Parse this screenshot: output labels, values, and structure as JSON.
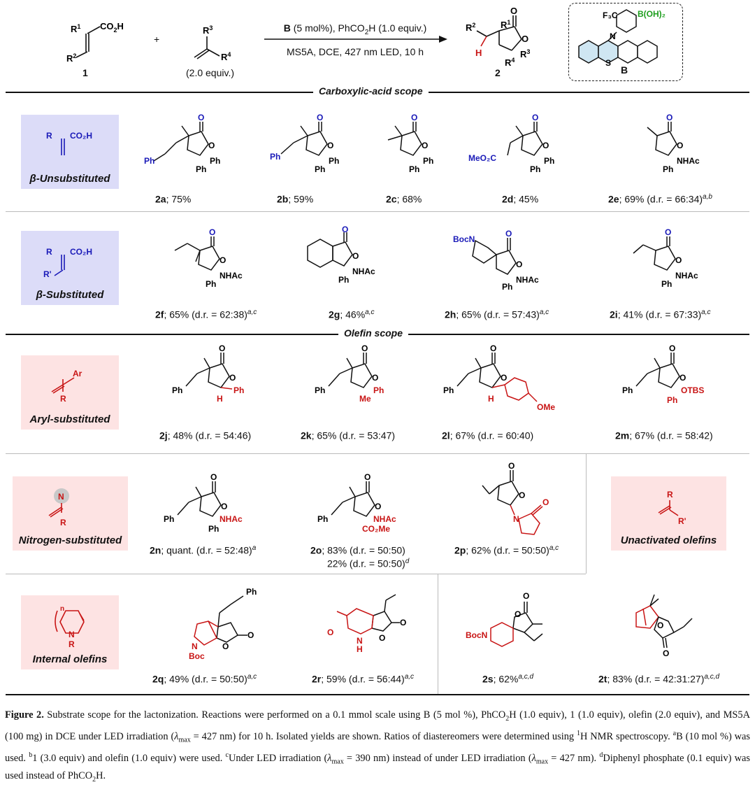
{
  "scheme": {
    "r1": "R",
    "r1_sup": "1",
    "co2h": "CO",
    "co2h_sub": "2",
    "co2h_end": "H",
    "r2": "R",
    "r2_sup": "2",
    "r3": "R",
    "r3_sup": "3",
    "r4": "R",
    "r4_sup": "4",
    "plus": "+",
    "label_1": "1",
    "equiv": "(2.0 equiv.)",
    "cond_b": "B",
    "cond_line1_rest": " (5 mol%), PhCO",
    "cond_line1_sub": "2",
    "cond_line1_end": "H (1.0 equiv.)",
    "cond_line2": "MS5A, DCE, 427 nm LED, 10 h",
    "prod_r2": "R",
    "prod_r2_sup": "2",
    "prod_r1": "R",
    "prod_r1_sup": "1",
    "prod_h": "H",
    "prod_o": "O",
    "prod_o2": "O",
    "prod_r3": "R",
    "prod_r3_sup": "3",
    "prod_r4": "R",
    "prod_r4_sup": "4",
    "label_2": "2",
    "cat_f3c": "F₃C",
    "cat_boh2": "B(OH)₂",
    "cat_n": "N",
    "cat_s": "S",
    "cat_label": "B"
  },
  "sections": {
    "carboxylic": "Carboxylic-acid scope",
    "olefin": "Olefin scope"
  },
  "boxes": {
    "beta_unsub": "β-Unsubstituted",
    "beta_sub": "β-Substituted",
    "aryl": "Aryl-substituted",
    "nitrogen": "Nitrogen-substituted",
    "unactivated": "Unactivated olefins",
    "internal": "Internal olefins",
    "icon_r": "R",
    "icon_co2h": "CO₂H",
    "icon_rp": "R'",
    "icon_ar": "Ar",
    "icon_n": "N",
    "icon_n_label": "n"
  },
  "atoms": {
    "o": "O",
    "ph": "Ph",
    "nhac": "NHAc",
    "meo2c": "MeO₂C",
    "bocn": "BocN",
    "h": "H",
    "me": "Me",
    "ome": "OMe",
    "otbs": "OTBS",
    "co2me": "CO₂Me",
    "n": "N",
    "boc": "Boc",
    "bocn_s": "BocN"
  },
  "compounds": [
    {
      "id": "2a",
      "rest": "; 75%",
      "sup": ""
    },
    {
      "id": "2b",
      "rest": "; 59%",
      "sup": ""
    },
    {
      "id": "2c",
      "rest": "; 68%",
      "sup": ""
    },
    {
      "id": "2d",
      "rest": "; 45%",
      "sup": ""
    },
    {
      "id": "2e",
      "rest": "; 69% (d.r. = 66:34)",
      "sup": "a,b"
    },
    {
      "id": "2f",
      "rest": "; 65% (d.r. = 62:38)",
      "sup": "a,c"
    },
    {
      "id": "2g",
      "rest": "; 46%",
      "sup": "a,c"
    },
    {
      "id": "2h",
      "rest": "; 65% (d.r. = 57:43)",
      "sup": "a,c"
    },
    {
      "id": "2i",
      "rest": "; 41% (d.r. = 67:33)",
      "sup": "a,c"
    },
    {
      "id": "2j",
      "rest": "; 48% (d.r. = 54:46)",
      "sup": ""
    },
    {
      "id": "2k",
      "rest": "; 65% (d.r. = 53:47)",
      "sup": ""
    },
    {
      "id": "2l",
      "rest": "; 67% (d.r. = 60:40)",
      "sup": ""
    },
    {
      "id": "2m",
      "rest": "; 67% (d.r. = 58:42)",
      "sup": ""
    },
    {
      "id": "2n",
      "rest": "; quant. (d.r. = 52:48)",
      "sup": "a"
    },
    {
      "id": "2o",
      "rest": "; 83% (d.r. = 50:50)",
      "sup": ""
    },
    {
      "id": "2p",
      "rest": "; 62% (d.r. = 50:50)",
      "sup": "a,c"
    },
    {
      "id": "2q",
      "rest": "; 49% (d.r. = 50:50)",
      "sup": "a,c"
    },
    {
      "id": "2r",
      "rest": "; 59% (d.r. = 56:44)",
      "sup": "a,c"
    },
    {
      "id": "2s",
      "rest": "; 62%",
      "sup": "a,c,d"
    },
    {
      "id": "2t",
      "rest": "; 83% (d.r. = 42:31:27)",
      "sup": "a,c,d"
    }
  ],
  "extra_2o": {
    "text": "22% (d.r. = 50:50)",
    "sup": "d"
  },
  "caption": {
    "fig": "Figure 2.",
    "t1": " Substrate scope for the lactonization. Reactions were performed on a 0.1 mmol scale using B (5 mol %), PhCO",
    "t1_sub": "2",
    "t2": "H (1.0 equiv), 1 (1.0 equiv), olefin (2.0 equiv), and MS5A (100 mg) in DCE under LED irradiation (",
    "lambda": "λ",
    "lambda_sub": "max",
    "t3": " = 427 nm) for 10 h. Isolated yields are shown. Ratios of diastereomers were determined using ",
    "h1_sup": "1",
    "t4": "H NMR spectroscopy. ",
    "a_sup": "a",
    "t5": "B (10 mol %) was used. ",
    "b_sup": "b",
    "t6": "1 (3.0 equiv) and olefin (1.0 equiv) were used. ",
    "c_sup": "c",
    "t7": "Under LED irradiation (",
    "t8": " = 390 nm) instead of under LED irradiation (",
    "t9": " = 427 nm). ",
    "d_sup": "d",
    "t10": "Diphenyl phosphate (0.1 equiv) was used instead of PhCO",
    "t10_sub": "2",
    "t11": "H."
  },
  "colors": {
    "blue": "#1a1ab8",
    "red": "#c81414",
    "green": "#1e9e1e",
    "box_blue": "#dcdcf8",
    "box_pink": "#fde3e3"
  }
}
